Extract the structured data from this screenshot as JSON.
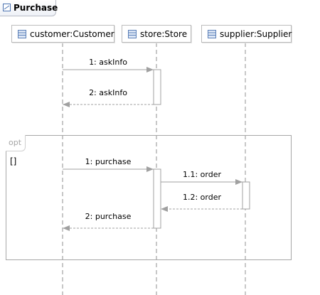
{
  "diagram": {
    "title": "Purchase",
    "lifelines": [
      {
        "name": "customer:Customer"
      },
      {
        "name": "store:Store"
      },
      {
        "name": "supplier:Supplier"
      }
    ],
    "fragment": {
      "operator": "opt",
      "guard": "[]"
    },
    "messages": [
      {
        "label": "1: askInfo"
      },
      {
        "label": "2: askInfo"
      },
      {
        "label": "1: purchase"
      },
      {
        "label": "1.1: order"
      },
      {
        "label": "1.2: order"
      },
      {
        "label": "2: purchase"
      }
    ],
    "colors": {
      "line": "#a0a0a0",
      "head_icon": "#5a7fb8",
      "title_icon": "#4a72b0"
    }
  }
}
